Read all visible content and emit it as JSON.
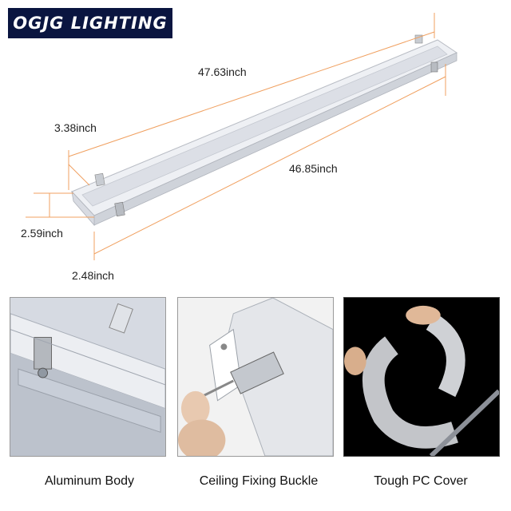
{
  "brand": {
    "name": "OGJG LIGHTING"
  },
  "dimensions": {
    "length_outer": "47.63inch",
    "length_inner": "46.85inch",
    "width_top": "3.38inch",
    "height": "2.59inch",
    "width_bottom": "2.48inch"
  },
  "features": [
    {
      "label": "Aluminum Body"
    },
    {
      "label": "Ceiling Fixing Buckle"
    },
    {
      "label": "Tough PC Cover"
    }
  ],
  "colors": {
    "brand_bg": "#0a1540",
    "dimension_line": "#f0a060",
    "product_body": "#e8eaef"
  }
}
